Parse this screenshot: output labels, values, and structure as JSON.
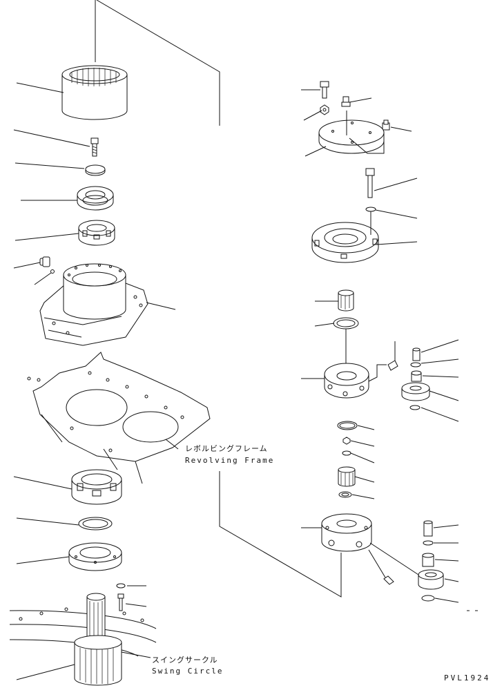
{
  "labels": {
    "revolving_frame_jp": "レボルビングフレーム",
    "revolving_frame_en": "Revolving Frame",
    "swing_circle_jp": "スイングサークル",
    "swing_circle_en": "Swing Circle",
    "reference_code": "PVL1924"
  },
  "colors": {
    "line": "#111111",
    "background": "#ffffff"
  }
}
